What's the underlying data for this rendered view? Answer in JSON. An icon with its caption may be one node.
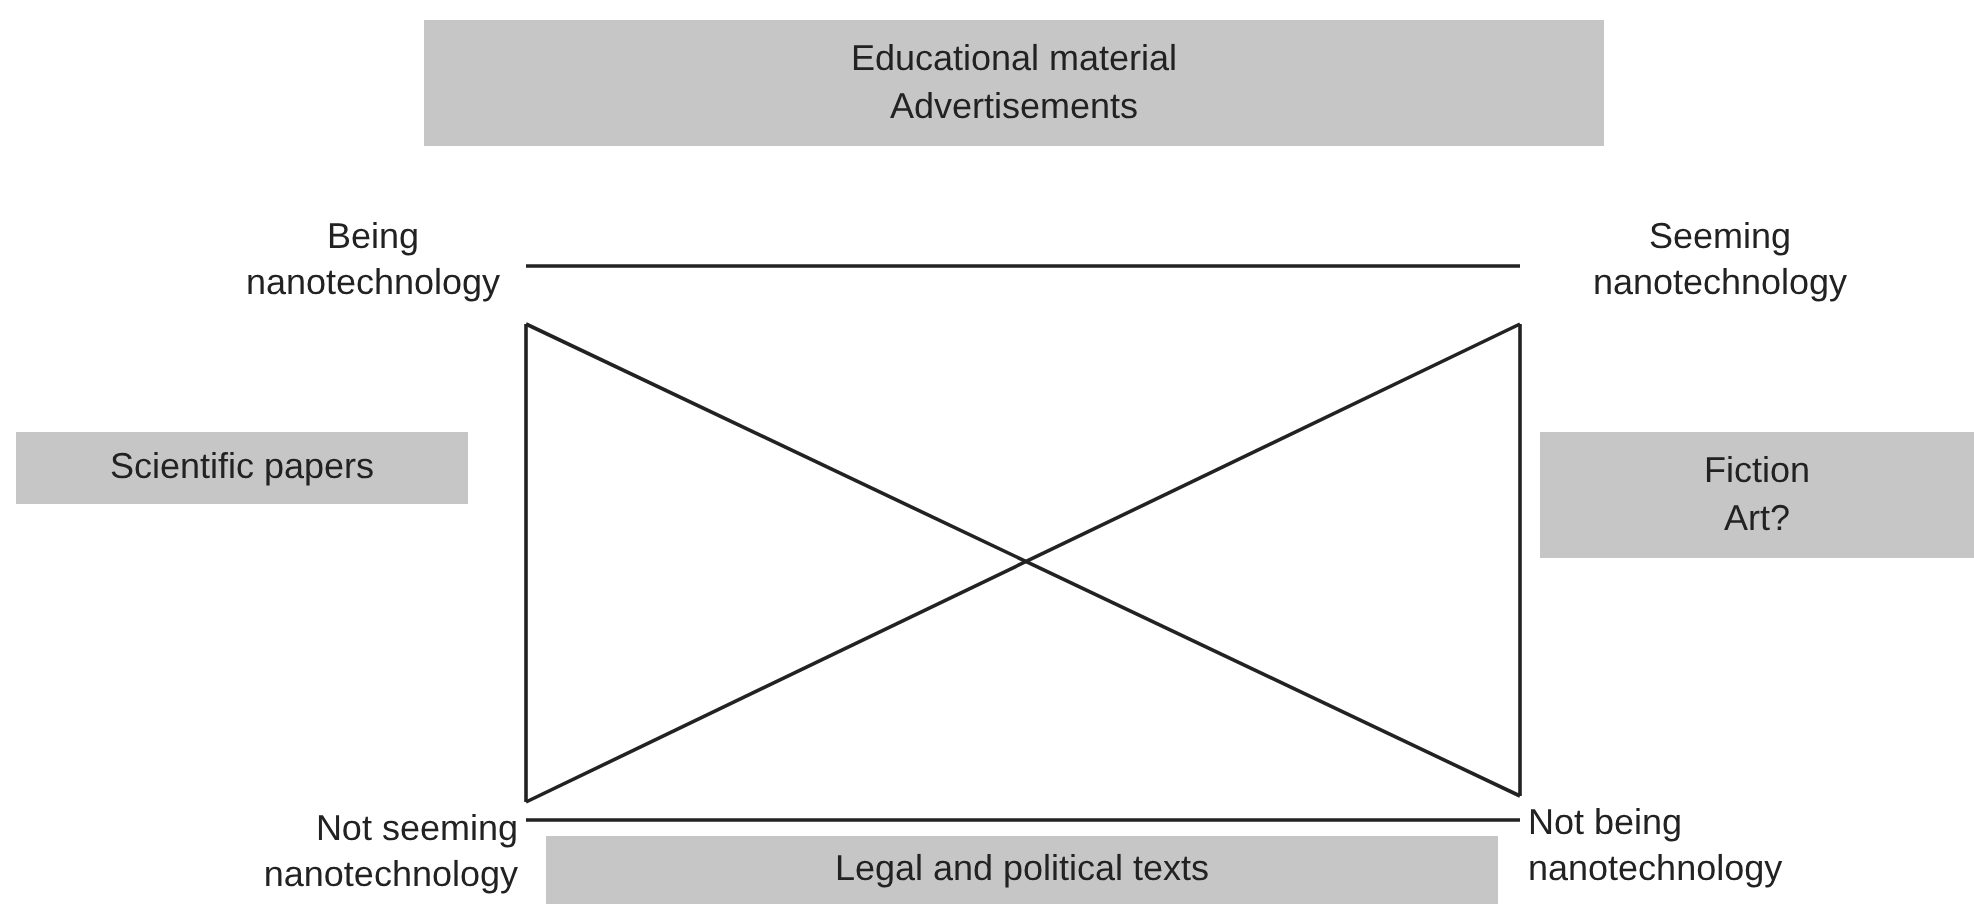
{
  "diagram": {
    "nodes": [
      {
        "text": [
          "Educational material",
          "Advertisements"
        ]
      },
      {
        "text": [
          "Being nanotechnology"
        ]
      },
      {
        "text": [
          "Seeming nanotechnology"
        ]
      },
      {
        "text": [
          "Scientific papers"
        ]
      },
      {
        "text": [
          "Fiction",
          "Art?"
        ]
      },
      {
        "text": [
          "Not seeming nanotechnology"
        ]
      },
      {
        "text": [
          "Not being nanotechnology"
        ]
      },
      {
        "text": [
          "Legal and political texts"
        ]
      }
    ],
    "edges": [
      {
        "from": 1,
        "to": 2,
        "arrow": "none"
      },
      {
        "from": 1,
        "to": 5,
        "arrow": "none"
      },
      {
        "from": 2,
        "to": 6,
        "arrow": "none"
      },
      {
        "from": 1,
        "to": 6,
        "arrow": "none"
      },
      {
        "from": 2,
        "to": 5,
        "arrow": "none"
      },
      {
        "from": 5,
        "to": 6,
        "arrow": "none"
      }
    ]
  }
}
